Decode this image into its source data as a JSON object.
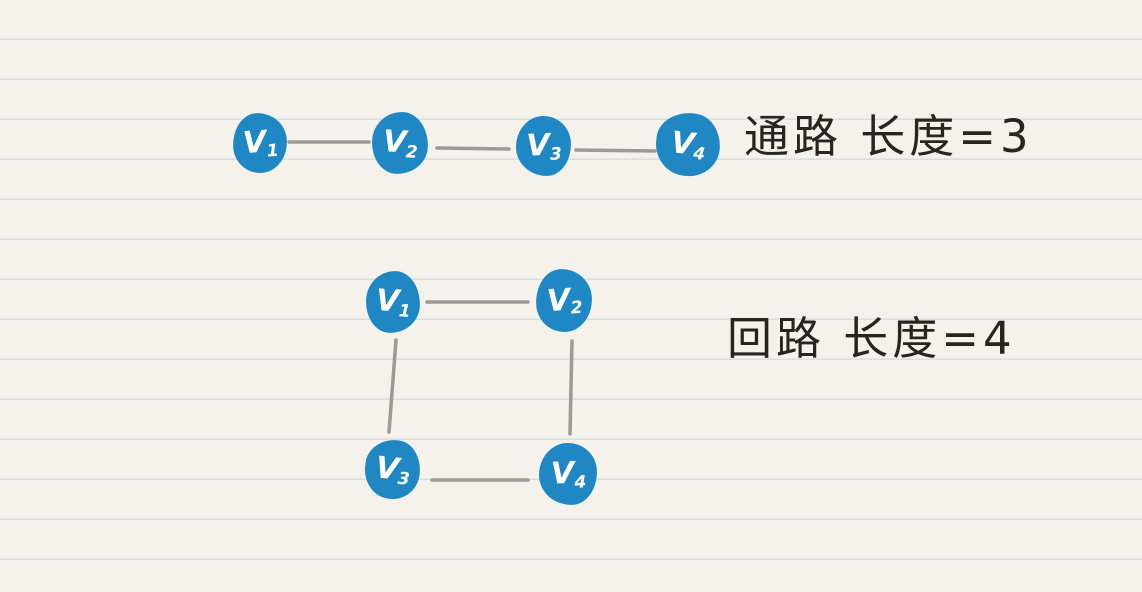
{
  "page": {
    "kind": "handwritten-note",
    "background_color": "#f4f2eb",
    "rule_line_color": "#d2e0ea"
  },
  "colors": {
    "node_fill": "#1e87c4",
    "node_label": "#ffffff",
    "edge_stroke": "#9a9a97",
    "annotation_ink": "#27251f"
  },
  "diagrams": [
    {
      "id": "path-graph",
      "type": "path",
      "annotation": "通路 长度=3",
      "length_value": 3,
      "nodes": [
        {
          "id": "v1",
          "base": "V",
          "sub": "1",
          "label": "V1"
        },
        {
          "id": "v2",
          "base": "V",
          "sub": "2",
          "label": "V2"
        },
        {
          "id": "v3",
          "base": "V",
          "sub": "3",
          "label": "V3"
        },
        {
          "id": "v4",
          "base": "V",
          "sub": "4",
          "label": "V4"
        }
      ],
      "edges": [
        "v1-v2",
        "v2-v3",
        "v3-v4"
      ]
    },
    {
      "id": "cycle-graph",
      "type": "cycle",
      "annotation": "回路 长度=4",
      "length_value": 4,
      "nodes": [
        {
          "id": "v1",
          "base": "V",
          "sub": "1",
          "label": "V1"
        },
        {
          "id": "v2",
          "base": "V",
          "sub": "2",
          "label": "V2"
        },
        {
          "id": "v3",
          "base": "V",
          "sub": "3",
          "label": "V3"
        },
        {
          "id": "v4",
          "base": "V",
          "sub": "4",
          "label": "V4"
        }
      ],
      "edges": [
        "v1-v2",
        "v2-v4",
        "v1-v3",
        "v3-v4"
      ]
    }
  ]
}
